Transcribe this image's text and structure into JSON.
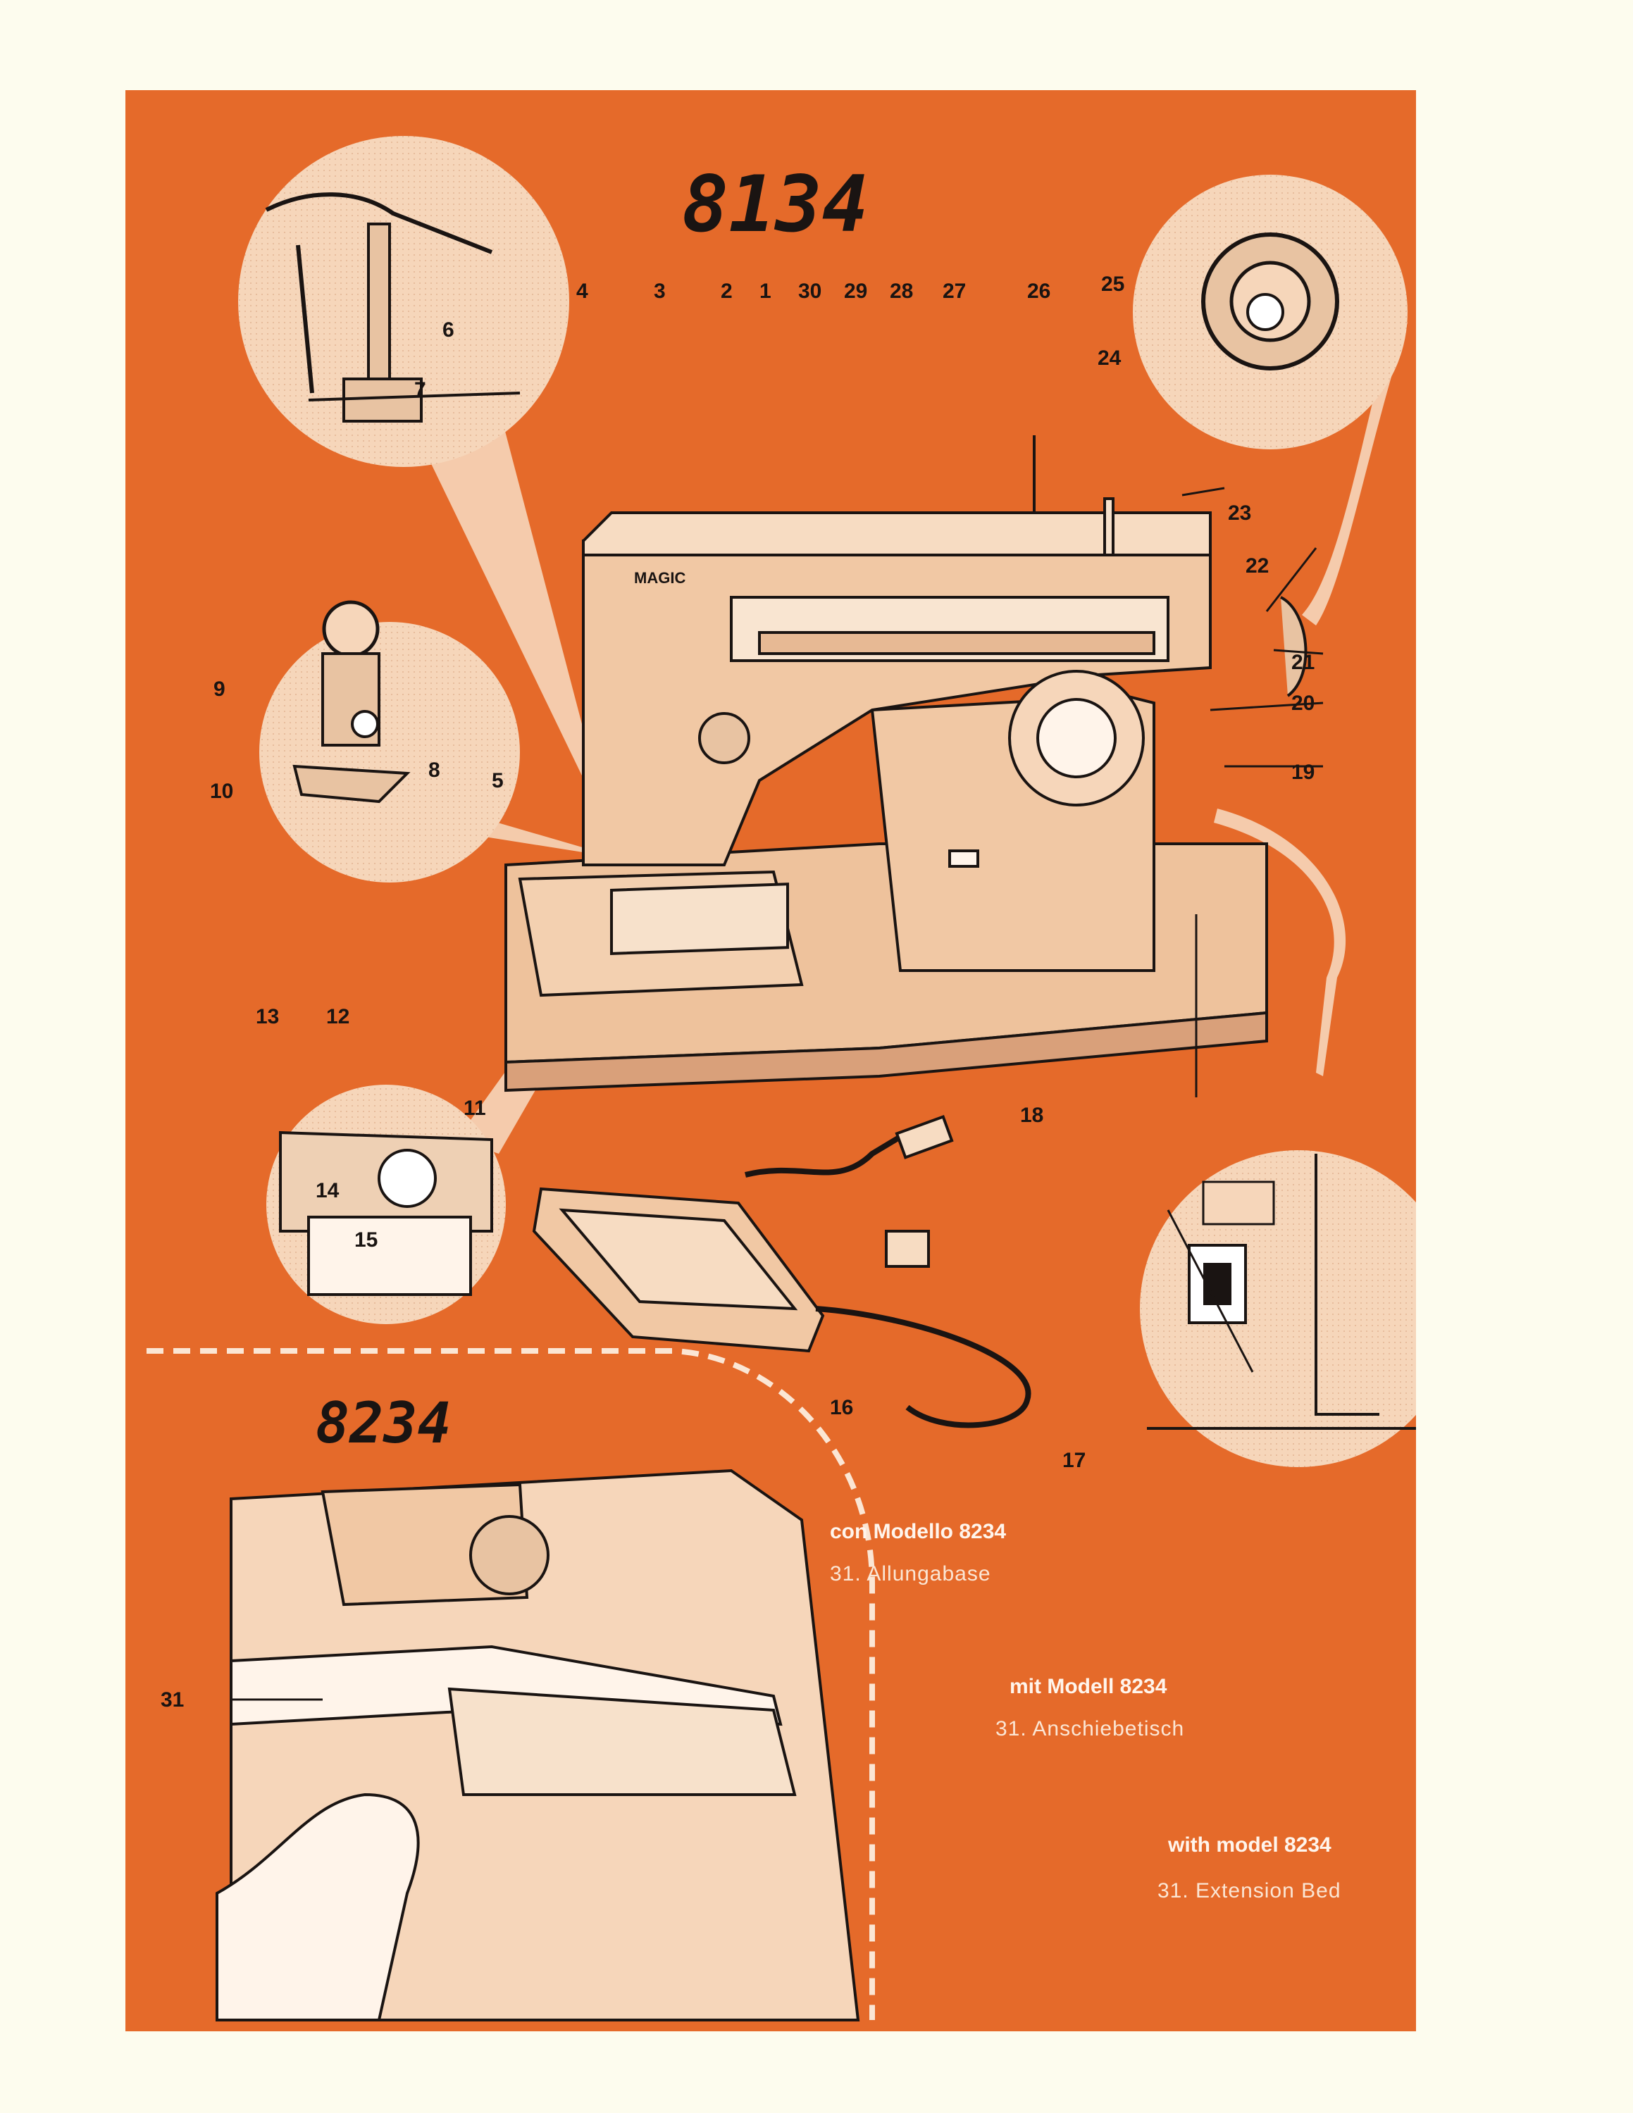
{
  "models": {
    "top": "8134",
    "bottom": "8234"
  },
  "machine": {
    "brand_badge": "MAGIC"
  },
  "part_numbers": [
    "1",
    "2",
    "3",
    "4",
    "5",
    "6",
    "7",
    "8",
    "9",
    "10",
    "11",
    "12",
    "13",
    "14",
    "15",
    "16",
    "17",
    "18",
    "19",
    "20",
    "21",
    "22",
    "23",
    "24",
    "25",
    "26",
    "27",
    "28",
    "29",
    "30",
    "31"
  ],
  "captions": {
    "it": {
      "title": "con Modello 8234",
      "item": "31. Allungabase"
    },
    "de": {
      "title": "mit Modell 8234",
      "item": "31. Anschiebetisch"
    },
    "en": {
      "title": "with model 8234",
      "item": "31. Extension Bed"
    }
  },
  "colors": {
    "panel": "#e56a2a",
    "page": "#fdfcee",
    "machine": "#f1c8a4",
    "circle": "#f6d6ba",
    "ink": "#1a1412"
  }
}
